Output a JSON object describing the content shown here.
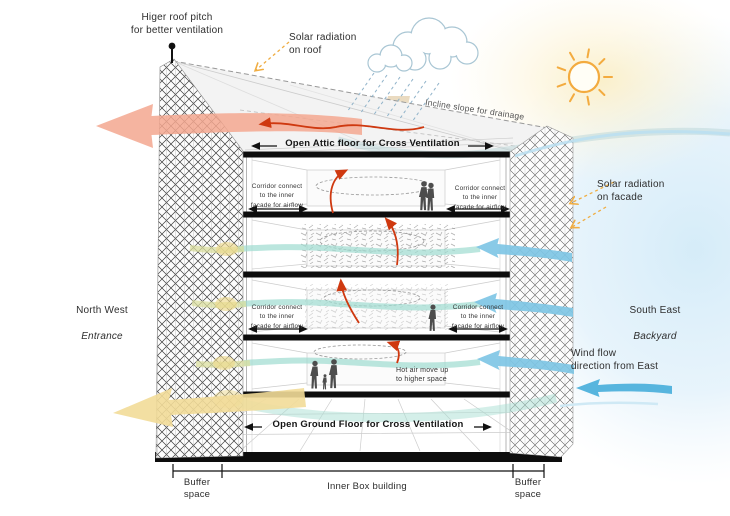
{
  "labels": {
    "roof_pitch": "Higer roof pitch\nfor better ventilation",
    "solar_roof": "Solar radiation\non roof",
    "incline_slope": "Incline slope for drainage",
    "open_attic": "Open Attic floor for Cross Ventilation",
    "corridor": "Corridor connect\nto the inner\nfacade for airflow",
    "solar_facade": "Solar radiation\non facade",
    "north_west": "North West",
    "north_west_sub": "Entrance",
    "south_east": "South East",
    "south_east_sub": "Backyard",
    "wind_flow": "Wind flow\ndirection from East",
    "hot_air": "Hot air move up\nto higher space",
    "open_ground": "Open Ground Floor for Cross Ventilation",
    "buffer_space": "Buffer\nspace",
    "inner_box": "Inner Box building"
  },
  "colors": {
    "wind_blue": "#7fc6e5",
    "deep_blue": "#57b5de",
    "hot_air_red": "#cf3910",
    "solar_orange": "#f0ad42",
    "exit_warm": "#f3a78f",
    "exit_yellow": "#f2db98",
    "stream_teal": "#9edbd0",
    "slab_black": "#0d0d0d",
    "sky_blue": "#d7edf9",
    "sun_yellow": "#f3ab3f"
  },
  "icons": {
    "sun": "sun-icon",
    "cloud": "cloud-icon",
    "rain": "rain-dashes-icon",
    "pin": "pin-marker-icon",
    "person": "person-silhouette-icon",
    "wind_arrow": "wind-arrow-icon",
    "hot_air_arrow": "hot-air-arrow-icon",
    "solar_arrow": "solar-radiation-arrow-icon"
  }
}
